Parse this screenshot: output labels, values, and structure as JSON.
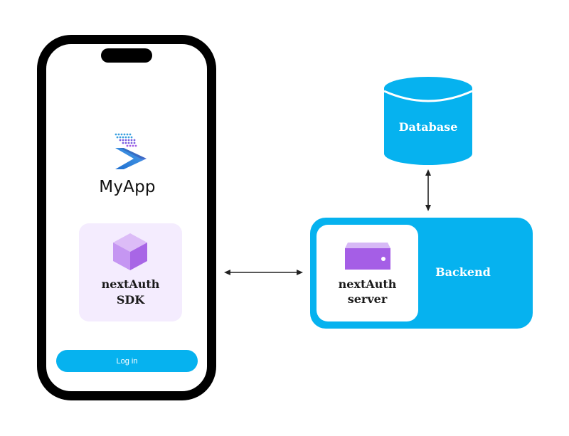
{
  "phone": {
    "app_name": "MyApp",
    "sdk": {
      "line1": "nextAuth",
      "line2": "SDK"
    },
    "login_button": "Log in"
  },
  "database": {
    "label": "Database"
  },
  "backend": {
    "label": "Backend",
    "server": {
      "line1": "nextAuth",
      "line2": "server"
    }
  },
  "colors": {
    "accent": "#06b2ef",
    "phone_frame": "#000000",
    "sdk_card": "#f4ecfe",
    "cube_purple": "#a866e6",
    "server_purple": "#a55ee6"
  }
}
